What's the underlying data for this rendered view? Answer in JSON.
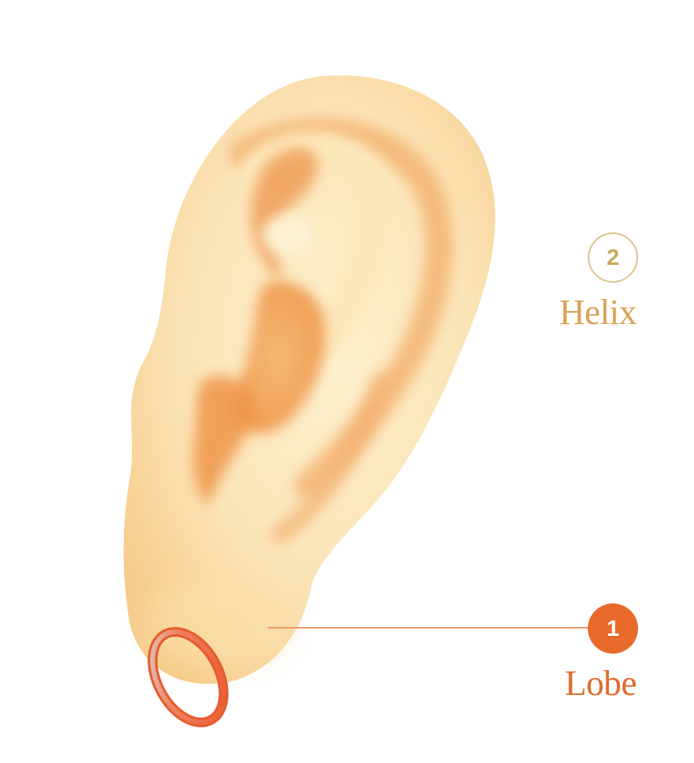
{
  "markers": [
    {
      "number": "1",
      "label": "Lobe"
    },
    {
      "number": "2",
      "label": "Helix"
    }
  ],
  "colors": {
    "skin": "#fbe8bf",
    "skin_shadow": "#f2a763",
    "lobe_accent": "#e8692a",
    "helix_accent": "#d9a257"
  }
}
